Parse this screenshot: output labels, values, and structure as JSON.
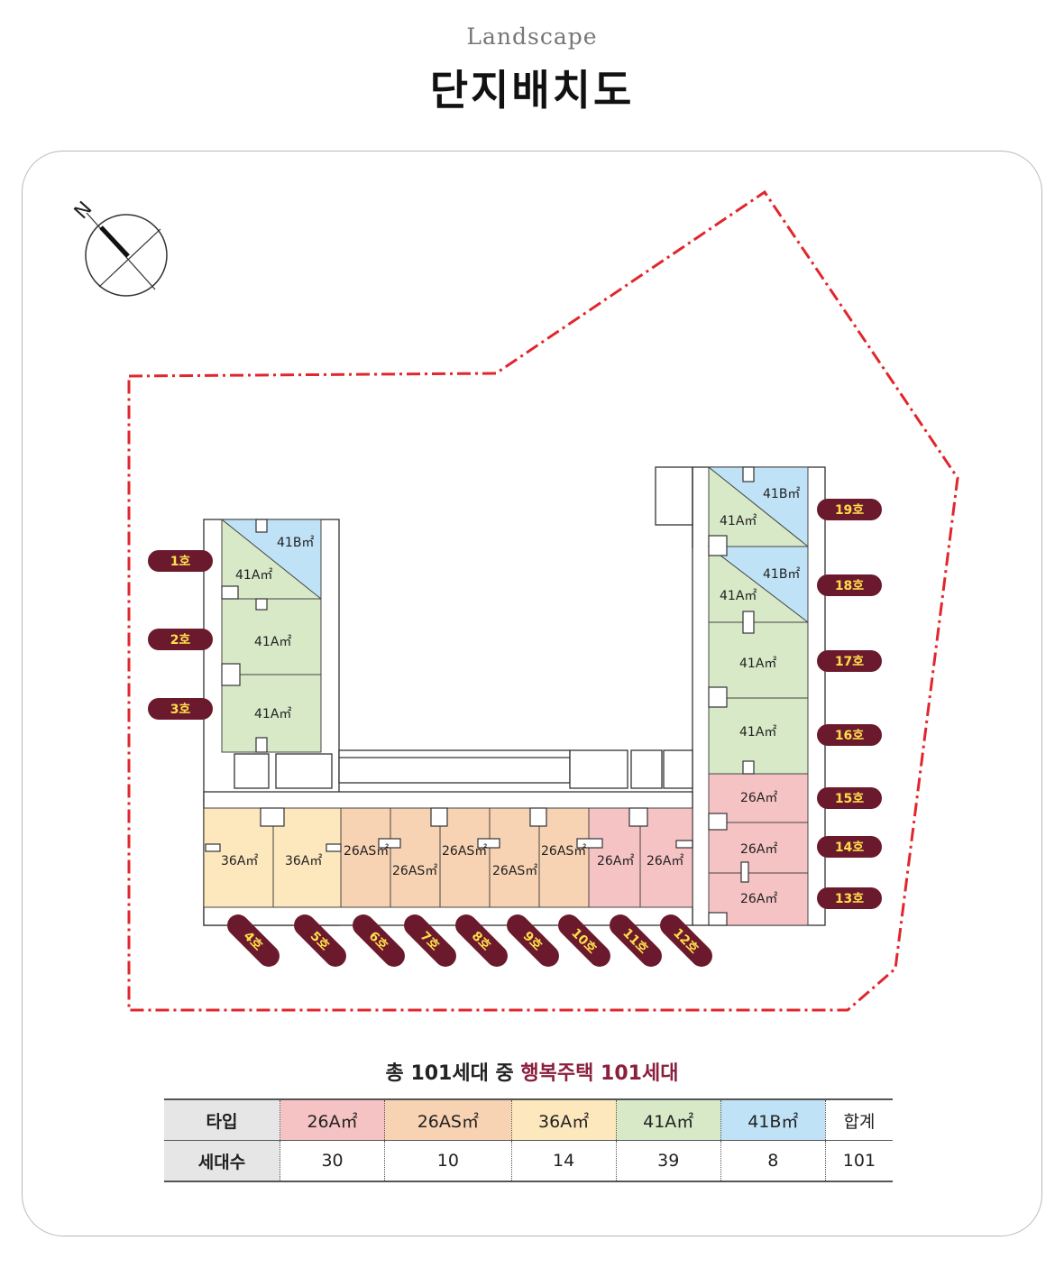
{
  "header": {
    "subtitle": "Landscape",
    "title": "단지배치도"
  },
  "compass": {
    "label": "N"
  },
  "unit_labels": [
    "41B㎡",
    "41A㎡",
    "41A㎡",
    "41A㎡",
    "36A㎡",
    "36A㎡",
    "26AS㎡",
    "26AS㎡",
    "26AS㎡",
    "26AS㎡",
    "26AS㎡",
    "26A㎡",
    "26A㎡",
    "41B㎡",
    "41A㎡",
    "41B㎡",
    "41A㎡",
    "41A㎡",
    "41A㎡",
    "26A㎡",
    "26A㎡",
    "26A㎡"
  ],
  "unit_numbers": [
    "1호",
    "2호",
    "3호",
    "4호",
    "5호",
    "6호",
    "7호",
    "8호",
    "9호",
    "10호",
    "11호",
    "12호",
    "13호",
    "14호",
    "15호",
    "16호",
    "17호",
    "18호",
    "19호"
  ],
  "summary": {
    "prefix": "총 101세대 중 ",
    "highlight": "행복주택 101세대"
  },
  "table": {
    "row1_header": "타입",
    "row2_header": "세대수",
    "types": [
      "26A㎡",
      "26AS㎡",
      "36A㎡",
      "41A㎡",
      "41B㎡",
      "합계"
    ],
    "counts": [
      "30",
      "10",
      "14",
      "39",
      "8",
      "101"
    ]
  },
  "colors": {
    "26A": "#f6c3c5",
    "26AS": "#f8d3b3",
    "36A": "#fde8bd",
    "41A": "#d7e9c7",
    "41B": "#bfe2f6",
    "boundary": "#e1262c",
    "badge": "#6b1a2d",
    "badge_text": "#ffdf4a"
  }
}
